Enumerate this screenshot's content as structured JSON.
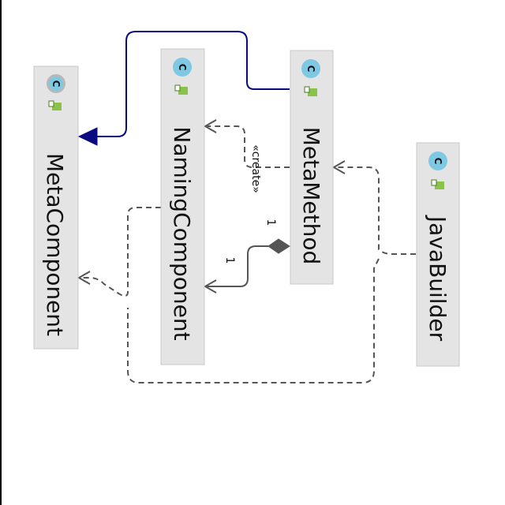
{
  "diagram": {
    "classes": [
      {
        "id": "meta-component",
        "name": "MetaComponent",
        "badge": "C"
      },
      {
        "id": "naming-component",
        "name": "NamingComponent",
        "badge": "C"
      },
      {
        "id": "meta-method",
        "name": "MetaMethod",
        "badge": "C"
      },
      {
        "id": "java-builder",
        "name": "JavaBuilder",
        "badge": "C"
      }
    ],
    "relations": [
      {
        "id": "rel-metamethod-extends-metacomponent",
        "from": "MetaMethod",
        "to": "MetaComponent",
        "type": "generalization",
        "label": ""
      },
      {
        "id": "rel-metamethod-creates-namingcomponent",
        "from": "MetaMethod",
        "to": "NamingComponent",
        "type": "dependency",
        "label": "«create»"
      },
      {
        "id": "rel-metamethod-composes-namingcomponent",
        "from": "MetaMethod",
        "to": "NamingComponent",
        "type": "composition",
        "source_multiplicity": "1",
        "target_multiplicity": "1"
      },
      {
        "id": "rel-namingcomponent-realizes-metacomponent",
        "from": "NamingComponent",
        "to": "MetaComponent",
        "type": "dependency",
        "label": ""
      },
      {
        "id": "rel-javabuilder-uses-metamethod",
        "from": "JavaBuilder",
        "to": "MetaMethod",
        "type": "dependency",
        "label": ""
      }
    ],
    "colors": {
      "class_fill": "#e4e4e4",
      "class_border": "#c8c8c8",
      "badge_fill": "#7ec8e3",
      "badge_text": "#1a3a5a",
      "package_icon": "#8bc34a",
      "generalization_line": "#0a0a80",
      "dependency_line": "#555555"
    }
  }
}
